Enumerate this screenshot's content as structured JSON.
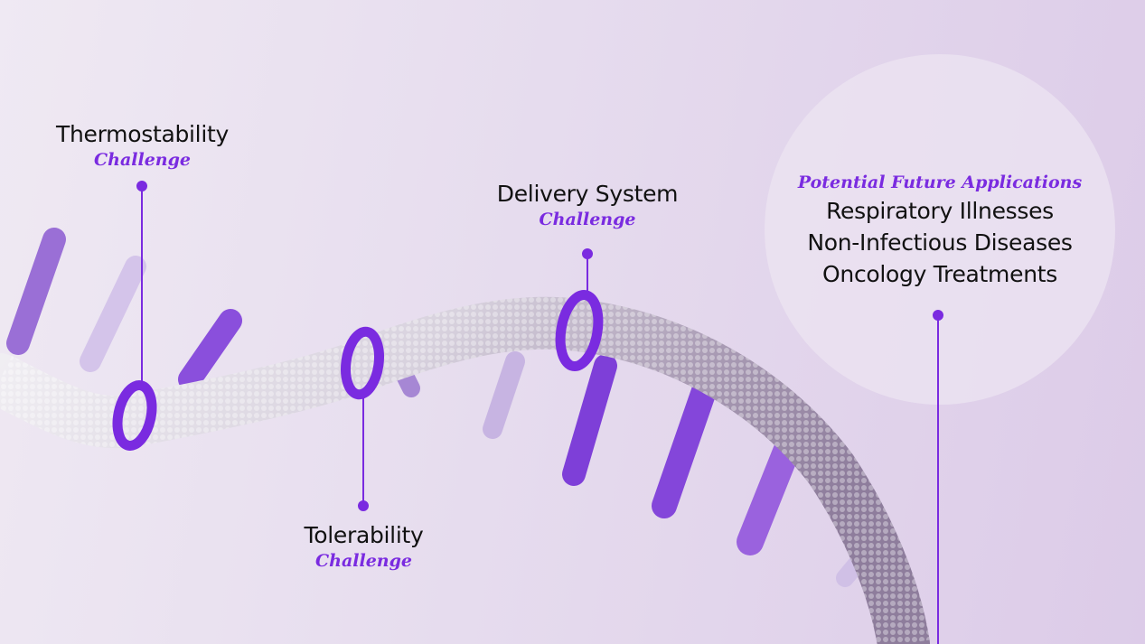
{
  "callouts": [
    {
      "title": "Thermostability",
      "subtitle": "Challenge"
    },
    {
      "title": "Delivery System",
      "subtitle": "Challenge"
    },
    {
      "title": "Tolerability",
      "subtitle": "Challenge"
    }
  ],
  "applications": {
    "heading": "Potential Future Applications",
    "items": [
      "Respiratory Illnesses",
      "Non-Infectious Diseases",
      "Oncology Treatments"
    ]
  },
  "colors": {
    "accent": "#7a2be0",
    "background": "#e6dcee"
  }
}
